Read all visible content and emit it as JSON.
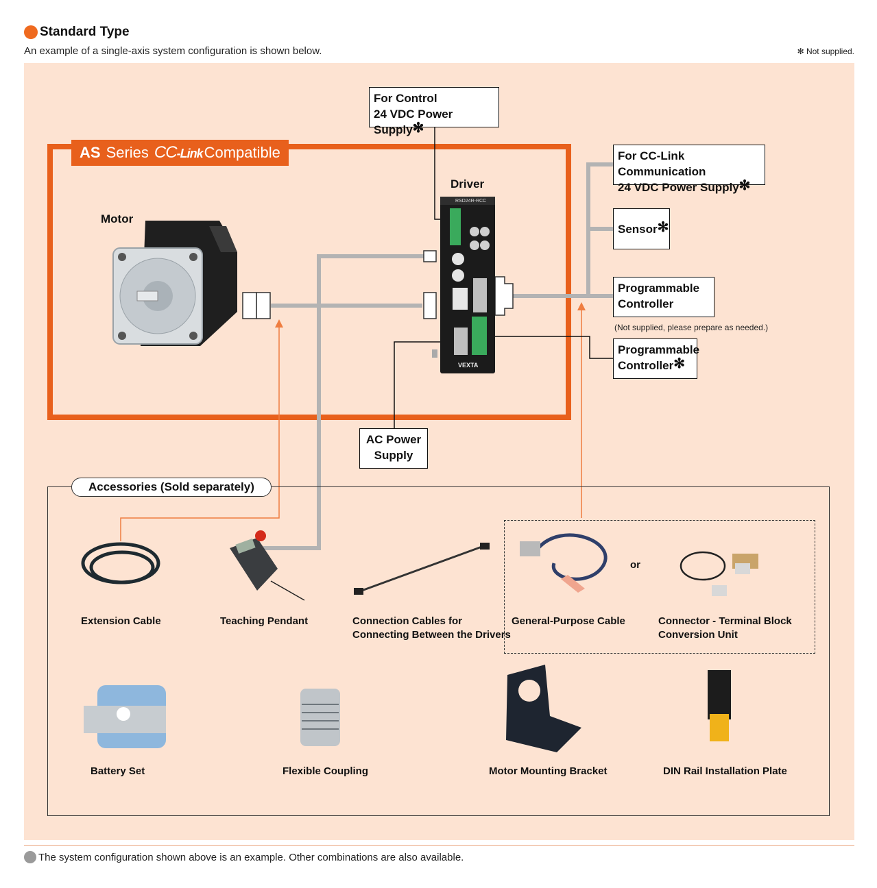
{
  "header": {
    "title": "Standard Type",
    "subtitle": "An example of a single-axis system configuration is shown below.",
    "not_supplied_note": "✻ Not supplied."
  },
  "series": {
    "prefix": "AS",
    "word": "Series",
    "cc": "CC",
    "link": "-Link",
    "suffix": "Compatible"
  },
  "labels": {
    "motor": "Motor",
    "driver": "Driver",
    "driver_model": "RSD24R-RCC",
    "driver_brand": "VEXTA"
  },
  "boxes": {
    "control_psu_line1": "For Control",
    "control_psu_line2": "24 VDC Power Supply",
    "cclink_psu_line1": "For CC-Link Communication",
    "cclink_psu_line2": "24 VDC Power Supply",
    "sensor": "Sensor",
    "plc1_line1": "Programmable",
    "plc1_line2": "Controller",
    "plc1_note": "(Not supplied, please prepare as needed.)",
    "plc2_line1": "Programmable",
    "plc2_line2": "Controller",
    "ac_line1": "AC Power",
    "ac_line2": "Supply",
    "star": "✻"
  },
  "accessories": {
    "title": "Accessories (Sold separately)",
    "or": "or",
    "items": [
      {
        "line1": "Extension Cable",
        "line2": ""
      },
      {
        "line1": "Teaching Pendant",
        "line2": ""
      },
      {
        "line1": "Connection Cables for",
        "line2": "Connecting Between the Drivers"
      },
      {
        "line1": "General-Purpose Cable",
        "line2": ""
      },
      {
        "line1": "Connector - Terminal Block",
        "line2": "Conversion Unit"
      },
      {
        "line1": "Battery Set",
        "line2": ""
      },
      {
        "line1": "Flexible Coupling",
        "line2": ""
      },
      {
        "line1": "Motor Mounting Bracket",
        "line2": ""
      },
      {
        "line1": "DIN Rail Installation Plate",
        "line2": ""
      }
    ]
  },
  "footer": {
    "note": "The system configuration shown above is an example. Other combinations are also available."
  },
  "colors": {
    "accent": "#e8601c",
    "panel": "#fde3d2",
    "cable_gray": "#b3b3b3",
    "cable_orange": "#ef7d40"
  }
}
